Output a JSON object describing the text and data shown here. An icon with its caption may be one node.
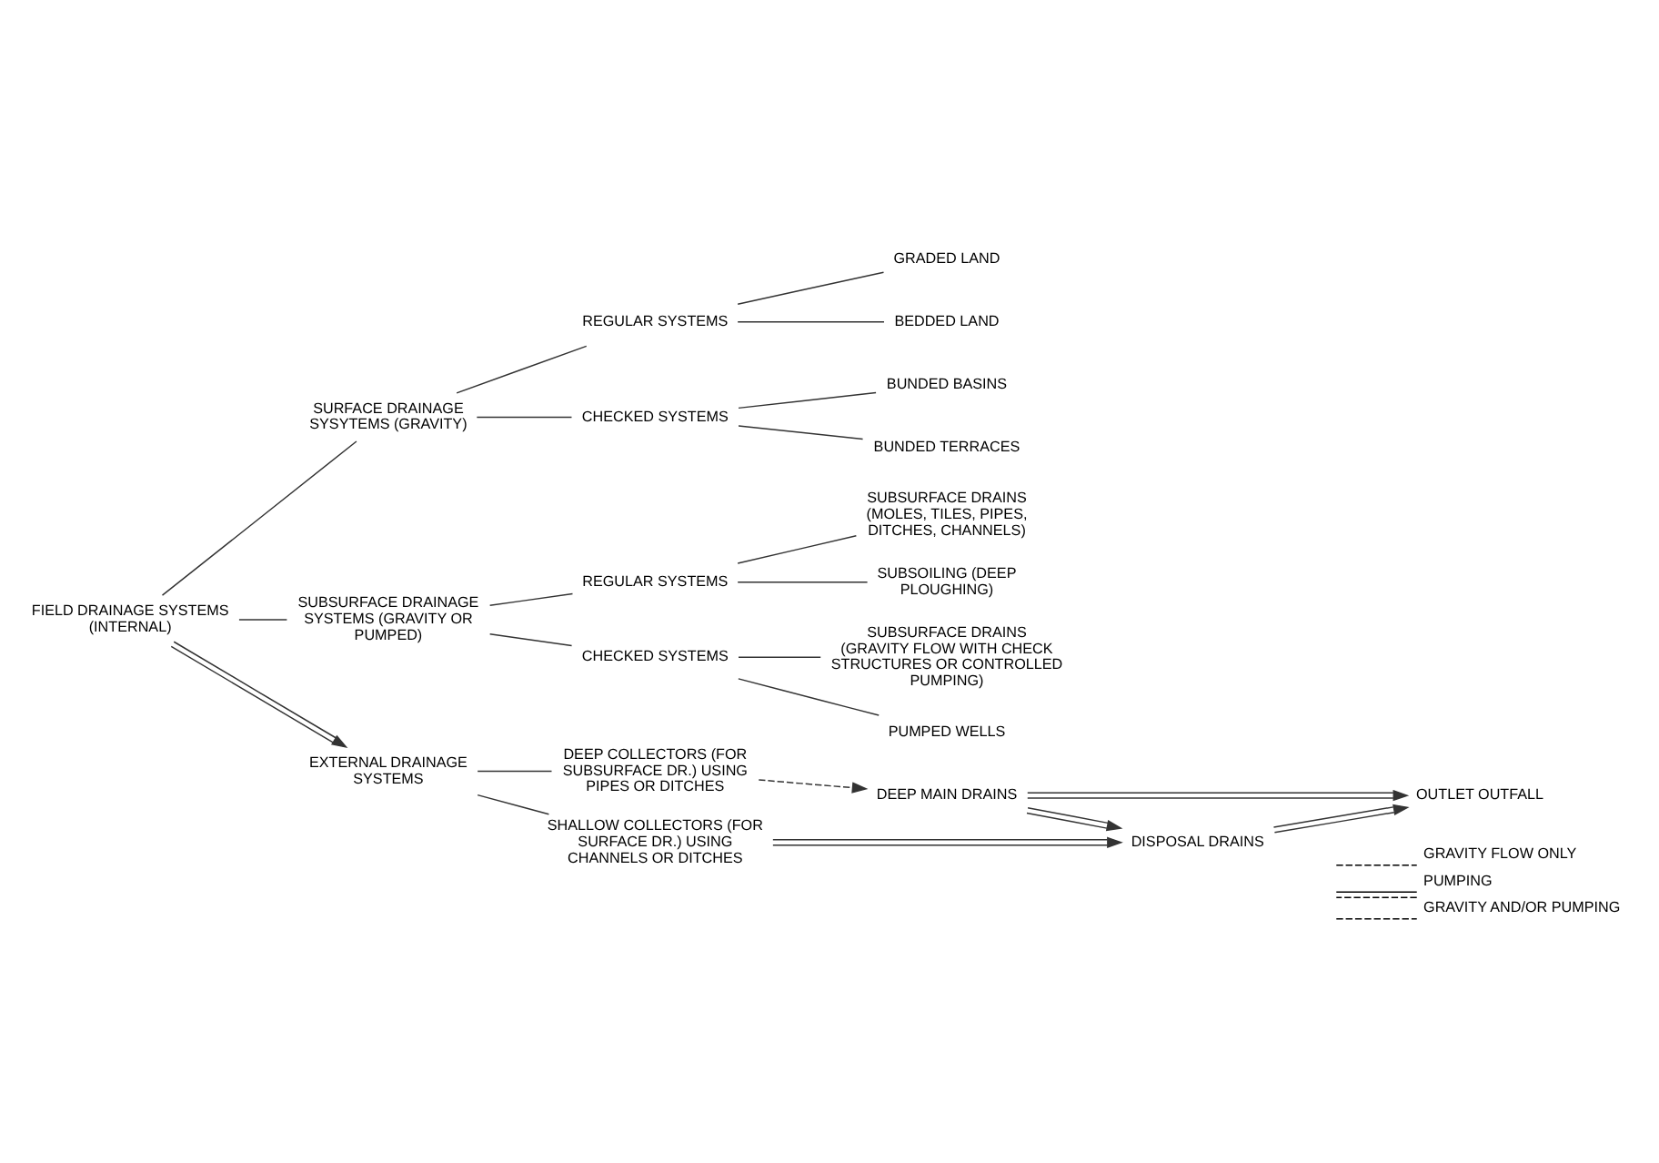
{
  "diagram": {
    "nodes": [
      {
        "text": [
          "FIELD DRAINAGE SYSTEMS (INTERNAL)"
        ]
      },
      {
        "text": [
          "SURFACE DRAINAGE SYSYTEMS (GRAVITY)"
        ]
      },
      {
        "text": [
          "REGULAR SYSTEMS"
        ]
      },
      {
        "text": [
          "GRADED LAND"
        ]
      },
      {
        "text": [
          "BEDDED LAND"
        ]
      },
      {
        "text": [
          "CHECKED SYSTEMS"
        ]
      },
      {
        "text": [
          "BUNDED BASINS"
        ]
      },
      {
        "text": [
          "BUNDED TERRACES"
        ]
      },
      {
        "text": [
          "SUBSURFACE DRAINAGE SYSTEMS (GRAVITY OR PUMPED)"
        ]
      },
      {
        "text": [
          "REGULAR SYSTEMS"
        ]
      },
      {
        "text": [
          "SUBSURFACE DRAINS (MOLES, TILES, PIPES, DITCHES, CHANNELS)"
        ]
      },
      {
        "text": [
          "SUBSOILING (DEEP PLOUGHING)"
        ]
      },
      {
        "text": [
          "CHECKED SYSTEMS"
        ]
      },
      {
        "text": [
          "SUBSURFACE DRAINS (GRAVITY FLOW WITH CHECK STRUCTURES OR CONTROLLED PUMPING)"
        ]
      },
      {
        "text": [
          "PUMPED WELLS"
        ]
      },
      {
        "text": [
          "EXTERNAL DRAINAGE SYSTEMS"
        ]
      },
      {
        "text": [
          "DEEP COLLECTORS (FOR SUBSURFACE DR.) USING PIPES OR DITCHES"
        ]
      },
      {
        "text": [
          "SHALLOW COLLECTORS (FOR SURFACE DR.) USING CHANNELS OR DITCHES"
        ]
      },
      {
        "text": [
          "DEEP MAIN DRAINS"
        ]
      },
      {
        "text": [
          "DISPOSAL DRAINS"
        ]
      },
      {
        "text": [
          "OUTLET OUTFALL"
        ]
      }
    ],
    "edges": [
      {
        "from": 0,
        "to": 1,
        "arrow": "none"
      },
      {
        "from": 0,
        "to": 8,
        "arrow": "none"
      },
      {
        "from": 1,
        "to": 2,
        "arrow": "none"
      },
      {
        "from": 1,
        "to": 5,
        "arrow": "none"
      },
      {
        "from": 2,
        "to": 3,
        "arrow": "none"
      },
      {
        "from": 2,
        "to": 4,
        "arrow": "none"
      },
      {
        "from": 5,
        "to": 6,
        "arrow": "none"
      },
      {
        "from": 5,
        "to": 7,
        "arrow": "none"
      },
      {
        "from": 8,
        "to": 9,
        "arrow": "none"
      },
      {
        "from": 8,
        "to": 12,
        "arrow": "none"
      },
      {
        "from": 9,
        "to": 10,
        "arrow": "none"
      },
      {
        "from": 9,
        "to": 11,
        "arrow": "none"
      },
      {
        "from": 12,
        "to": 13,
        "arrow": "none"
      },
      {
        "from": 12,
        "to": 14,
        "arrow": "none"
      },
      {
        "from": 0,
        "to": 15,
        "arrow": "to"
      },
      {
        "from": 15,
        "to": 16,
        "arrow": "none"
      },
      {
        "from": 15,
        "to": 17,
        "arrow": "none"
      },
      {
        "from": 16,
        "to": 18,
        "arrow": "to",
        "style": "dashed"
      },
      {
        "from": 17,
        "to": 19,
        "arrow": "to"
      },
      {
        "from": 18,
        "to": 19,
        "arrow": "to"
      },
      {
        "from": 18,
        "to": 20,
        "arrow": "to"
      },
      {
        "from": 19,
        "to": 20,
        "arrow": "to"
      }
    ],
    "legend": [
      {
        "text": "GRAVITY FLOW ONLY"
      },
      {
        "text": "PUMPING"
      },
      {
        "text": "GRAVITY AND/OR PUMPING"
      }
    ]
  }
}
